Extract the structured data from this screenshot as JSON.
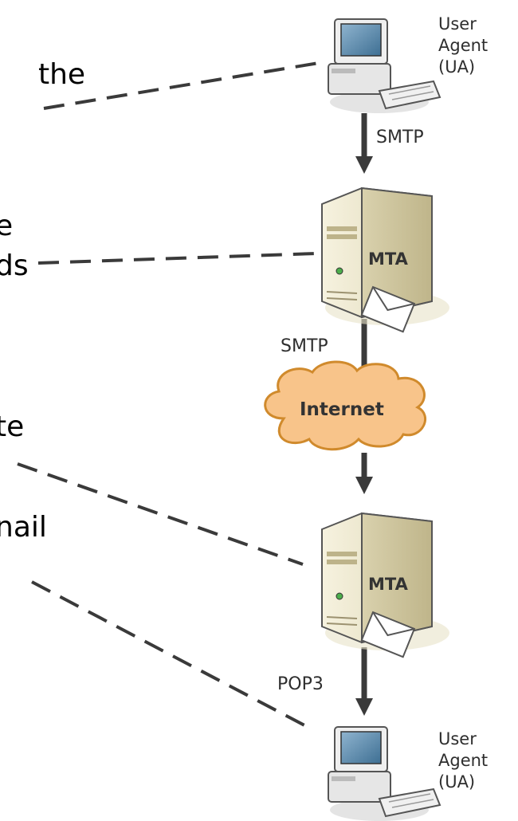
{
  "left_fragments": [
    "the",
    "e",
    "ds",
    "te",
    "nail"
  ],
  "user_agent_top": {
    "lines": [
      "User",
      "Agent",
      "(UA)"
    ]
  },
  "user_agent_bottom": {
    "lines": [
      "User",
      "Agent",
      "(UA)"
    ]
  },
  "protocols": {
    "ua_to_mta": "SMTP",
    "mta_to_internet": "SMTP",
    "mta_to_ua": "POP3"
  },
  "mta_top_label": "MTA",
  "mta_bottom_label": "MTA",
  "cloud_label": "Internet",
  "colors": {
    "line": "#3a3a3a",
    "server_body": "#e9e4cc",
    "cloud_fill": "#f8c48a",
    "cloud_stroke": "#d08a2c"
  }
}
